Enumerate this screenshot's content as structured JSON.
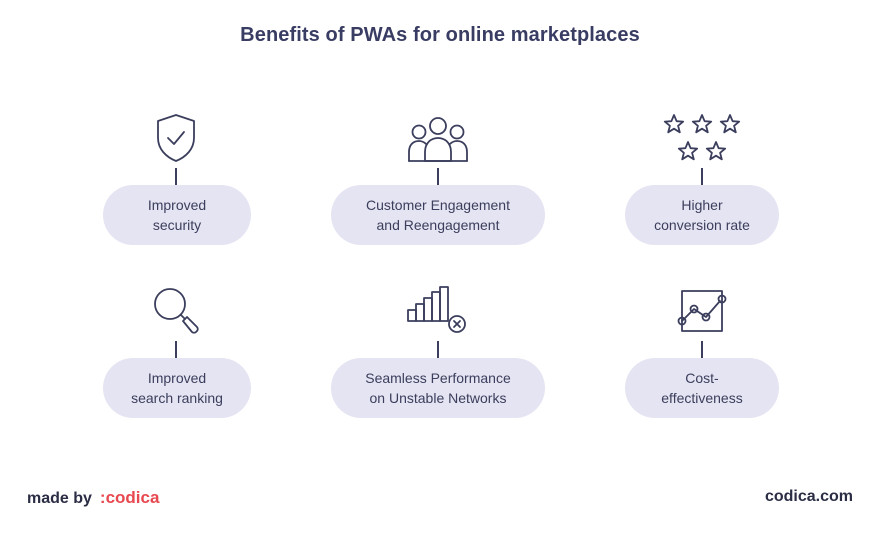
{
  "title": "Benefits of PWAs for online marketplaces",
  "benefits": [
    {
      "icon": "shield-check-icon",
      "line1": "Improved",
      "line2": "security"
    },
    {
      "icon": "people-group-icon",
      "line1": "Customer Engagement",
      "line2": "and Reengagement"
    },
    {
      "icon": "stars-icon",
      "line1": "Higher",
      "line2": "conversion rate"
    },
    {
      "icon": "magnifier-icon",
      "line1": "Improved",
      "line2": "search ranking"
    },
    {
      "icon": "signal-bars-cross-icon",
      "line1": "Seamless Performance",
      "line2": "on Unstable Networks"
    },
    {
      "icon": "line-chart-icon",
      "line1": "Cost-",
      "line2": "effectiveness"
    }
  ],
  "footer": {
    "made_by": "made by",
    "brand": ":codica",
    "site": "codica.com"
  },
  "colors": {
    "text": "#3b3e5c",
    "pill_bg": "#e5e4f2",
    "brand": "#e8484f"
  }
}
